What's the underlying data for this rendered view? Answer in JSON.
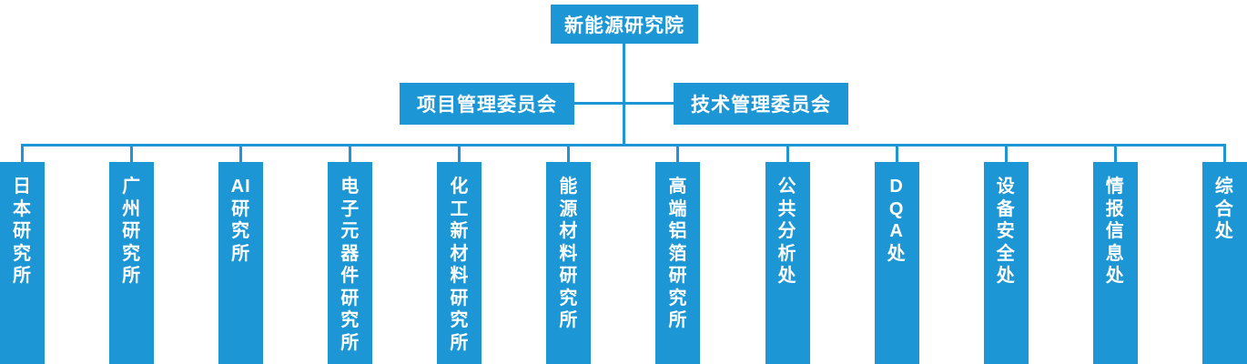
{
  "colors": {
    "node_bg": "#1C96D4",
    "line": "#1C96D4",
    "node_text": "#FFFFFF",
    "page_bg": "#FFFFFF"
  },
  "root": {
    "label": "新能源研究院"
  },
  "committees": {
    "left": {
      "label": "项目管理委员会"
    },
    "right": {
      "label": "技术管理委员会"
    }
  },
  "children": [
    {
      "label": "日本研究所",
      "lines": [
        "日",
        "本",
        "研",
        "究",
        "所"
      ]
    },
    {
      "label": "广州研究所",
      "lines": [
        "广",
        "州",
        "研",
        "究",
        "所"
      ]
    },
    {
      "label": "AI研究所",
      "lines": [
        "AI",
        "研",
        "究",
        "所"
      ]
    },
    {
      "label": "电子元器件研究所",
      "lines": [
        "电",
        "子",
        "元",
        "器",
        "件",
        "研",
        "究",
        "所"
      ]
    },
    {
      "label": "化工新材料研究所",
      "lines": [
        "化",
        "工",
        "新",
        "材",
        "料",
        "研",
        "究",
        "所"
      ]
    },
    {
      "label": "能源材料研究所",
      "lines": [
        "能",
        "源",
        "材",
        "料",
        "研",
        "究",
        "所"
      ]
    },
    {
      "label": "高端铝箔研究所",
      "lines": [
        "高",
        "端",
        "铝",
        "箔",
        "研",
        "究",
        "所"
      ]
    },
    {
      "label": "公共分析处",
      "lines": [
        "公",
        "共",
        "分",
        "析",
        "处"
      ]
    },
    {
      "label": "DQA处",
      "lines": [
        "D",
        "Q",
        "A",
        "处"
      ]
    },
    {
      "label": "设备安全处",
      "lines": [
        "设",
        "备",
        "安",
        "全",
        "处"
      ]
    },
    {
      "label": "情报信息处",
      "lines": [
        "情",
        "报",
        "信",
        "息",
        "处"
      ]
    },
    {
      "label": "综合处",
      "lines": [
        "综",
        "合",
        "处"
      ]
    }
  ]
}
